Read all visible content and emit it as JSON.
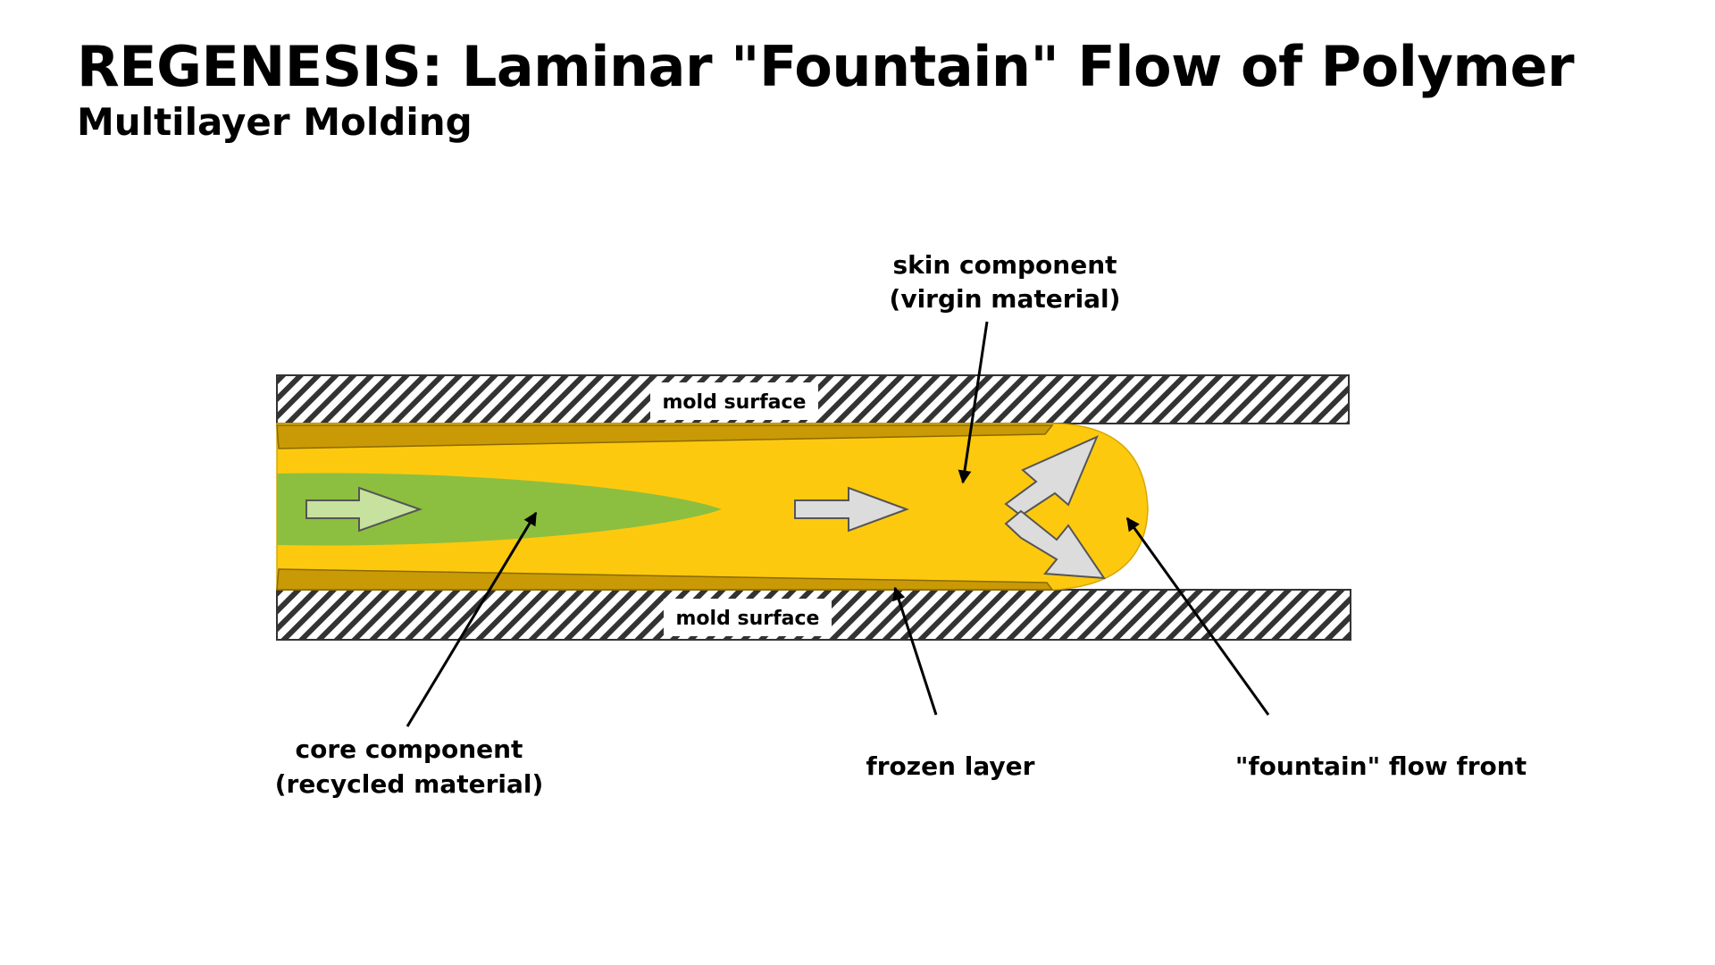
{
  "header": {
    "title": "REGENESIS: Laminar \"Fountain\" Flow of Polymer",
    "subtitle": "Multilayer Molding"
  },
  "diagram": {
    "mold_surface_top": "mold surface",
    "mold_surface_bottom": "mold surface",
    "skin_component_line1": "skin component",
    "skin_component_line2": "(virgin material)",
    "core_component_line1": "core component",
    "core_component_line2": "(recycled material)",
    "frozen_layer": "frozen layer",
    "flow_front": "\"fountain\" flow front",
    "colors": {
      "skin": "#FDC90F",
      "core": "#8CBF3F",
      "frozen": "#C99A06",
      "arrow_fill": "#DCDCDC",
      "core_arrow_fill": "#C6E29E",
      "hatch": "#333333"
    }
  }
}
